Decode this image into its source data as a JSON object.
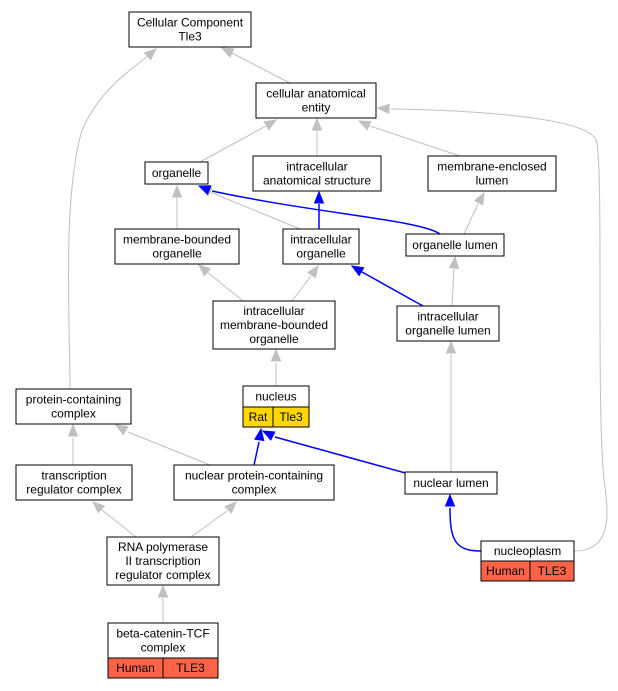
{
  "diagram": {
    "nodes": [
      {
        "id": "cc_tle3",
        "lines": [
          "Cellular Component",
          "Tle3"
        ]
      },
      {
        "id": "cae",
        "lines": [
          "cellular anatomical",
          "entity"
        ]
      },
      {
        "id": "organelle",
        "lines": [
          "organelle"
        ]
      },
      {
        "id": "ias",
        "lines": [
          "intracellular",
          "anatomical structure"
        ]
      },
      {
        "id": "mel",
        "lines": [
          "membrane-enclosed",
          "lumen"
        ]
      },
      {
        "id": "mbo",
        "lines": [
          "membrane-bounded",
          "organelle"
        ]
      },
      {
        "id": "io",
        "lines": [
          "intracellular",
          "organelle"
        ]
      },
      {
        "id": "ol",
        "lines": [
          "organelle lumen"
        ]
      },
      {
        "id": "imbo",
        "lines": [
          "intracellular",
          "membrane-bounded",
          "organelle"
        ]
      },
      {
        "id": "iol",
        "lines": [
          "intracellular",
          "organelle lumen"
        ]
      },
      {
        "id": "nucleus",
        "lines": [
          "nucleus"
        ],
        "tags": [
          {
            "text": "Rat",
            "kind": "rat"
          },
          {
            "text": "Tle3",
            "kind": "rat"
          }
        ]
      },
      {
        "id": "pcc",
        "lines": [
          "protein-containing",
          "complex"
        ]
      },
      {
        "id": "trc",
        "lines": [
          "transcription",
          "regulator complex"
        ]
      },
      {
        "id": "npcc",
        "lines": [
          "nuclear protein-containing",
          "complex"
        ]
      },
      {
        "id": "nl",
        "lines": [
          "nuclear lumen"
        ]
      },
      {
        "id": "rnap",
        "lines": [
          "RNA polymerase",
          "II transcription",
          "regulator complex"
        ]
      },
      {
        "id": "nucleoplasm",
        "lines": [
          "nucleoplasm"
        ],
        "tags": [
          {
            "text": "Human",
            "kind": "human"
          },
          {
            "text": "TLE3",
            "kind": "human"
          }
        ]
      },
      {
        "id": "btcf",
        "lines": [
          "beta-catenin-TCF",
          "complex"
        ],
        "tags": [
          {
            "text": "Human",
            "kind": "human"
          },
          {
            "text": "TLE3",
            "kind": "human"
          }
        ]
      }
    ],
    "edges": [
      {
        "from": "cae",
        "to": "cc_tle3",
        "color": "gray"
      },
      {
        "from": "pcc",
        "to": "cc_tle3",
        "color": "gray"
      },
      {
        "from": "organelle",
        "to": "cae",
        "color": "gray"
      },
      {
        "from": "ias",
        "to": "cae",
        "color": "gray"
      },
      {
        "from": "mel",
        "to": "cae",
        "color": "gray"
      },
      {
        "from": "nucleoplasm",
        "to": "cae",
        "color": "gray"
      },
      {
        "from": "mbo",
        "to": "organelle",
        "color": "gray"
      },
      {
        "from": "io",
        "to": "organelle",
        "color": "gray"
      },
      {
        "from": "ol",
        "to": "organelle",
        "color": "blue"
      },
      {
        "from": "io",
        "to": "ias",
        "color": "blue"
      },
      {
        "from": "ol",
        "to": "mel",
        "color": "gray"
      },
      {
        "from": "imbo",
        "to": "mbo",
        "color": "gray"
      },
      {
        "from": "imbo",
        "to": "io",
        "color": "gray"
      },
      {
        "from": "iol",
        "to": "io",
        "color": "blue"
      },
      {
        "from": "iol",
        "to": "ol",
        "color": "gray"
      },
      {
        "from": "nucleus",
        "to": "imbo",
        "color": "gray"
      },
      {
        "from": "nl",
        "to": "iol",
        "color": "gray"
      },
      {
        "from": "npcc",
        "to": "nucleus",
        "color": "blue"
      },
      {
        "from": "nl",
        "to": "nucleus",
        "color": "blue"
      },
      {
        "from": "trc",
        "to": "pcc",
        "color": "gray"
      },
      {
        "from": "npcc",
        "to": "pcc",
        "color": "gray"
      },
      {
        "from": "rnap",
        "to": "trc",
        "color": "gray"
      },
      {
        "from": "rnap",
        "to": "npcc",
        "color": "gray"
      },
      {
        "from": "nucleoplasm",
        "to": "nl",
        "color": "blue"
      },
      {
        "from": "btcf",
        "to": "rnap",
        "color": "gray"
      }
    ],
    "colors": {
      "gray": "#c0c0c0",
      "blue": "#0000ff",
      "rat": "#ffd700",
      "human": "#ff6347"
    }
  }
}
